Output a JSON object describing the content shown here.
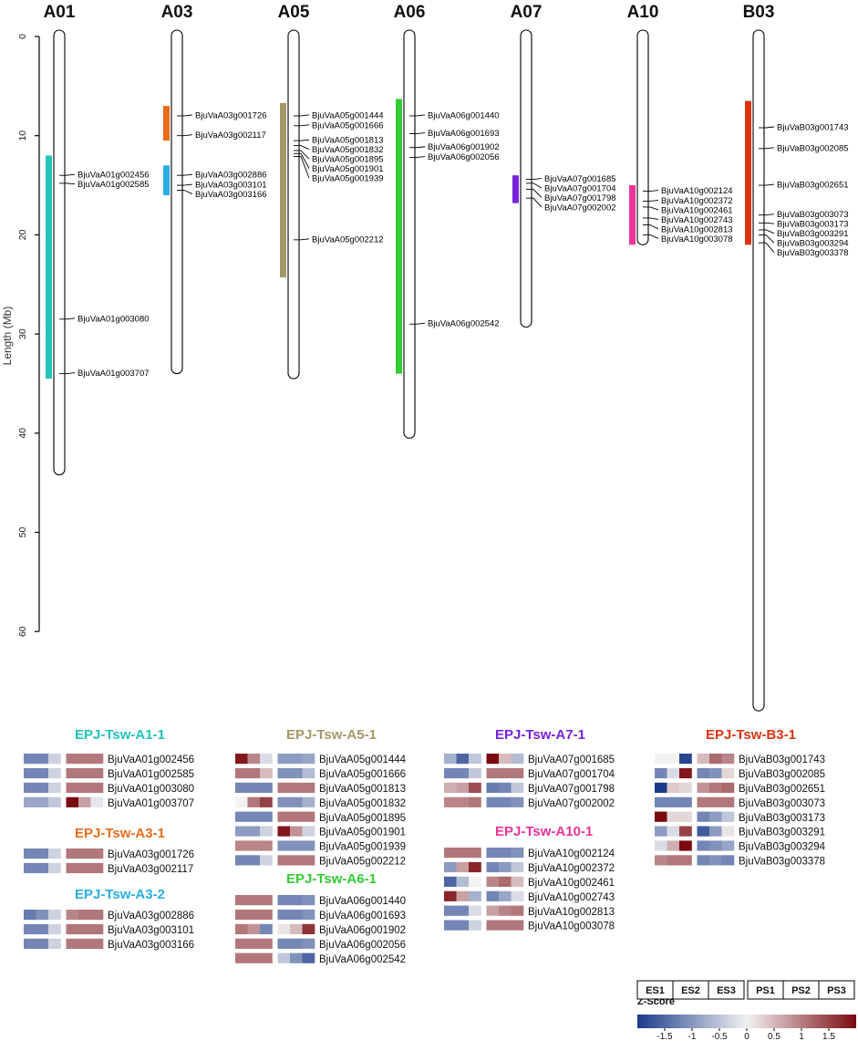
{
  "axis": {
    "label": "Length (Mb)",
    "ticks": [
      "0",
      "10",
      "20",
      "30",
      "40",
      "50",
      "60"
    ]
  },
  "chromosomes": [
    {
      "name": "A01",
      "length": 44.2,
      "qtl": {
        "start": 12.0,
        "end": 34.5,
        "color": "#20C4B8"
      },
      "genes": [
        {
          "id": "BjuVaA01g002456",
          "pos": 14.0
        },
        {
          "id": "BjuVaA01g002585",
          "pos": 14.8
        },
        {
          "id": "BjuVaA01g003080",
          "pos": 28.5
        },
        {
          "id": "BjuVaA01g003707",
          "pos": 34.0
        }
      ]
    },
    {
      "name": "A03",
      "length": 34.0,
      "qtl": [
        {
          "start": 7.0,
          "end": 10.5,
          "color": "#E86C1C"
        },
        {
          "start": 13.0,
          "end": 16.0,
          "color": "#28AEE4"
        }
      ],
      "genes": [
        {
          "id": "BjuVaA03g001726",
          "pos": 8.0
        },
        {
          "id": "BjuVaA03g002117",
          "pos": 10.0
        },
        {
          "id": "BjuVaA03g002886",
          "pos": 14.0
        },
        {
          "id": "BjuVaA03g003101",
          "pos": 15.0
        },
        {
          "id": "BjuVaA03g003166",
          "pos": 15.5
        }
      ]
    },
    {
      "name": "A05",
      "length": 34.5,
      "qtl": {
        "start": 6.7,
        "end": 24.3,
        "color": "#A59868"
      },
      "genes": [
        {
          "id": "BjuVaA05g001444",
          "pos": 8.0
        },
        {
          "id": "BjuVaA05g001666",
          "pos": 9.0
        },
        {
          "id": "BjuVaA05g001813",
          "pos": 10.5
        },
        {
          "id": "BjuVaA05g001832",
          "pos": 11.0
        },
        {
          "id": "BjuVaA05g001895",
          "pos": 11.5
        },
        {
          "id": "BjuVaA05g001901",
          "pos": 11.8
        },
        {
          "id": "BjuVaA05g001939",
          "pos": 12.1
        },
        {
          "id": "BjuVaA05g002212",
          "pos": 20.5
        }
      ]
    },
    {
      "name": "A06",
      "length": 40.5,
      "qtl": {
        "start": 6.3,
        "end": 34.0,
        "color": "#33CC33"
      },
      "genes": [
        {
          "id": "BjuVaA06g001440",
          "pos": 8.0
        },
        {
          "id": "BjuVaA06g001693",
          "pos": 9.8
        },
        {
          "id": "BjuVaA06g001902",
          "pos": 11.2
        },
        {
          "id": "BjuVaA06g002056",
          "pos": 12.2
        },
        {
          "id": "BjuVaA06g002542",
          "pos": 29.0
        }
      ]
    },
    {
      "name": "A07",
      "length": 29.3,
      "qtl": {
        "start": 14.0,
        "end": 16.8,
        "color": "#7722DD"
      },
      "genes": [
        {
          "id": "BjuVaA07g001685",
          "pos": 14.4
        },
        {
          "id": "BjuVaA07g001704",
          "pos": 14.8
        },
        {
          "id": "BjuVaA07g001798",
          "pos": 15.4
        },
        {
          "id": "BjuVaA07g002002",
          "pos": 16.3
        }
      ]
    },
    {
      "name": "A10",
      "length": 21.0,
      "qtl": {
        "start": 15.0,
        "end": 21.0,
        "color": "#EE3399"
      },
      "genes": [
        {
          "id": "BjuVaA10g002124",
          "pos": 15.6
        },
        {
          "id": "BjuVaA10g002372",
          "pos": 16.6
        },
        {
          "id": "BjuVaA10g002461",
          "pos": 17.2
        },
        {
          "id": "BjuVaA10g002743",
          "pos": 18.3
        },
        {
          "id": "BjuVaA10g002813",
          "pos": 19.0
        },
        {
          "id": "BjuVaA10g003078",
          "pos": 20.0
        }
      ]
    },
    {
      "name": "B03",
      "length": 68.0,
      "qtl": {
        "start": 6.5,
        "end": 21.0,
        "color": "#DD3311"
      },
      "genes": [
        {
          "id": "BjuVaB03g001743",
          "pos": 9.2
        },
        {
          "id": "BjuVaB03g002085",
          "pos": 11.3
        },
        {
          "id": "BjuVaB03g002651",
          "pos": 15.0
        },
        {
          "id": "BjuVaB03g003073",
          "pos": 18.0
        },
        {
          "id": "BjuVaB03g003173",
          "pos": 18.8
        },
        {
          "id": "BjuVaB03g003291",
          "pos": 19.5
        },
        {
          "id": "BjuVaB03g003294",
          "pos": 20.0
        },
        {
          "id": "BjuVaB03g003378",
          "pos": 20.8
        }
      ]
    }
  ],
  "heatmap_blocks": [
    {
      "title": "EPJ-Tsw-A1-1",
      "color": "#20C4B8",
      "rows": [
        {
          "gene": "BjuVaA01g002456",
          "z": [
            -1.0,
            -1.0,
            -0.3,
            0.9,
            0.9,
            0.9
          ]
        },
        {
          "gene": "BjuVaA01g002585",
          "z": [
            -1.0,
            -1.0,
            -0.3,
            0.9,
            0.9,
            0.9
          ]
        },
        {
          "gene": "BjuVaA01g003080",
          "z": [
            -1.0,
            -1.0,
            -0.3,
            0.9,
            0.9,
            0.9
          ]
        },
        {
          "gene": "BjuVaA01g003707",
          "z": [
            -0.7,
            -0.7,
            -0.4,
            1.7,
            0.6,
            -0.1
          ]
        }
      ]
    },
    {
      "title": "EPJ-Tsw-A3-1",
      "color": "#E86C1C",
      "rows": [
        {
          "gene": "BjuVaA03g001726",
          "z": [
            -1.0,
            -1.0,
            -0.3,
            0.9,
            0.9,
            0.9
          ]
        },
        {
          "gene": "BjuVaA03g002117",
          "z": [
            -1.0,
            -1.0,
            -0.3,
            0.9,
            0.9,
            0.9
          ]
        }
      ]
    },
    {
      "title": "EPJ-Tsw-A3-2",
      "color": "#28AEE4",
      "rows": [
        {
          "gene": "BjuVaA03g002886",
          "z": [
            -1.1,
            -0.9,
            -0.3,
            0.8,
            0.9,
            0.9
          ]
        },
        {
          "gene": "BjuVaA03g003101",
          "z": [
            -1.0,
            -1.0,
            -0.3,
            0.9,
            0.9,
            0.9
          ]
        },
        {
          "gene": "BjuVaA03g003166",
          "z": [
            -1.0,
            -1.0,
            -0.3,
            0.9,
            0.9,
            0.9
          ]
        }
      ]
    },
    {
      "title": "EPJ-Tsw-A5-1",
      "color": "#A59868",
      "rows": [
        {
          "gene": "BjuVaA05g001444",
          "z": [
            1.6,
            0.8,
            -0.2,
            -0.8,
            -0.8,
            -0.7
          ]
        },
        {
          "gene": "BjuVaA05g001666",
          "z": [
            0.9,
            0.9,
            0.4,
            -0.9,
            -0.9,
            -0.5
          ]
        },
        {
          "gene": "BjuVaA05g001813",
          "z": [
            -1.0,
            -1.0,
            -1.0,
            0.9,
            0.9,
            0.9
          ]
        },
        {
          "gene": "BjuVaA05g001832",
          "z": [
            0.0,
            0.9,
            1.3,
            -0.9,
            -0.9,
            -0.6
          ]
        },
        {
          "gene": "BjuVaA05g001895",
          "z": [
            -1.0,
            -1.0,
            -1.0,
            0.9,
            0.9,
            0.9
          ]
        },
        {
          "gene": "BjuVaA05g001901",
          "z": [
            -0.8,
            -0.8,
            -0.3,
            1.6,
            0.7,
            -0.3
          ]
        },
        {
          "gene": "BjuVaA05g001939",
          "z": [
            0.8,
            0.8,
            0.8,
            -0.9,
            -0.9,
            -0.9
          ]
        },
        {
          "gene": "BjuVaA05g002212",
          "z": [
            -1.0,
            -1.0,
            -0.3,
            0.9,
            0.9,
            0.9
          ]
        }
      ]
    },
    {
      "title": "EPJ-Tsw-A6-1",
      "color": "#33CC33",
      "rows": [
        {
          "gene": "BjuVaA06g001440",
          "z": [
            0.9,
            0.9,
            0.9,
            -1.0,
            -1.0,
            -0.9
          ]
        },
        {
          "gene": "BjuVaA06g001693",
          "z": [
            0.9,
            0.9,
            0.9,
            -1.0,
            -1.0,
            -0.9
          ]
        },
        {
          "gene": "BjuVaA06g001902",
          "z": [
            0.9,
            0.7,
            -1.0,
            0.1,
            0.4,
            1.4
          ]
        },
        {
          "gene": "BjuVaA06g002056",
          "z": [
            0.9,
            0.9,
            0.9,
            -1.0,
            -1.0,
            -0.9
          ]
        },
        {
          "gene": "BjuVaA06g002542",
          "z": [
            0.9,
            0.9,
            0.9,
            -0.4,
            -0.9,
            -1.3
          ]
        }
      ]
    },
    {
      "title": "EPJ-Tsw-A7-1",
      "color": "#7722DD",
      "rows": [
        {
          "gene": "BjuVaA07g001685",
          "z": [
            -0.6,
            -1.3,
            -0.4,
            1.7,
            0.4,
            -0.5
          ]
        },
        {
          "gene": "BjuVaA07g001704",
          "z": [
            -1.0,
            -1.0,
            -0.4,
            0.9,
            0.9,
            0.9
          ]
        },
        {
          "gene": "BjuVaA07g001798",
          "z": [
            0.5,
            0.6,
            1.2,
            -1.1,
            -1.0,
            -0.4
          ]
        },
        {
          "gene": "BjuVaA07g002002",
          "z": [
            0.8,
            0.8,
            0.9,
            -1.0,
            -1.0,
            -0.9
          ]
        }
      ]
    },
    {
      "title": "EPJ-Tsw-A10-1",
      "color": "#EE3399",
      "rows": [
        {
          "gene": "BjuVaA10g002124",
          "z": [
            0.9,
            0.9,
            0.9,
            -1.0,
            -1.0,
            -0.9
          ]
        },
        {
          "gene": "BjuVaA10g002372",
          "z": [
            -0.8,
            0.6,
            1.5,
            -1.0,
            -0.8,
            -0.4
          ]
        },
        {
          "gene": "BjuVaA10g002461",
          "z": [
            -1.3,
            -0.5,
            0.0,
            0.8,
            1.0,
            0.4
          ]
        },
        {
          "gene": "BjuVaA10g002743",
          "z": [
            1.5,
            0.6,
            -0.6,
            -1.0,
            -0.7,
            -0.2
          ]
        },
        {
          "gene": "BjuVaA10g002813",
          "z": [
            -1.0,
            -1.0,
            -0.2,
            0.6,
            0.8,
            0.9
          ]
        },
        {
          "gene": "BjuVaA10g003078",
          "z": [
            -1.0,
            -1.0,
            -0.3,
            0.9,
            0.9,
            0.9
          ]
        }
      ]
    },
    {
      "title": "EPJ-Tsw-B3-1",
      "color": "#DD3311",
      "rows": [
        {
          "gene": "BjuVaB03g001743",
          "z": [
            0.0,
            0.0,
            -1.6,
            0.4,
            1.0,
            0.8
          ]
        },
        {
          "gene": "BjuVaB03g002085",
          "z": [
            -1.0,
            -0.2,
            1.6,
            -1.0,
            -0.9,
            0.2
          ]
        },
        {
          "gene": "BjuVaB03g002651",
          "z": [
            -1.7,
            0.3,
            0.2,
            0.7,
            0.9,
            1.0
          ]
        },
        {
          "gene": "BjuVaB03g003073",
          "z": [
            -1.0,
            -1.0,
            -1.0,
            0.9,
            0.9,
            0.9
          ]
        },
        {
          "gene": "BjuVaB03g003173",
          "z": [
            1.7,
            0.2,
            0.2,
            -1.0,
            -0.8,
            -0.4
          ]
        },
        {
          "gene": "BjuVaB03g003291",
          "z": [
            -0.8,
            -0.2,
            1.3,
            -1.4,
            -0.8,
            0.1
          ]
        },
        {
          "gene": "BjuVaB03g003294",
          "z": [
            -0.2,
            0.5,
            1.7,
            -1.0,
            -0.9,
            -0.7
          ]
        },
        {
          "gene": "BjuVaB03g003378",
          "z": [
            0.8,
            0.9,
            0.9,
            -1.0,
            -0.9,
            -1.0
          ]
        }
      ]
    }
  ],
  "legend": {
    "columns": [
      "ES1",
      "ES2",
      "ES3",
      "PS1",
      "PS2",
      "PS3"
    ],
    "title": "Z-Score",
    "ticks": [
      "-1.5",
      "-1",
      "-0.5",
      "0",
      "0.5",
      "1",
      "1.5"
    ],
    "tick_values": [
      -1.5,
      -1,
      -0.5,
      0,
      0.5,
      1,
      1.5
    ],
    "low_color": "#1A3A8A",
    "mid_color": "#F2F2F2",
    "high_color": "#7A0A10"
  }
}
